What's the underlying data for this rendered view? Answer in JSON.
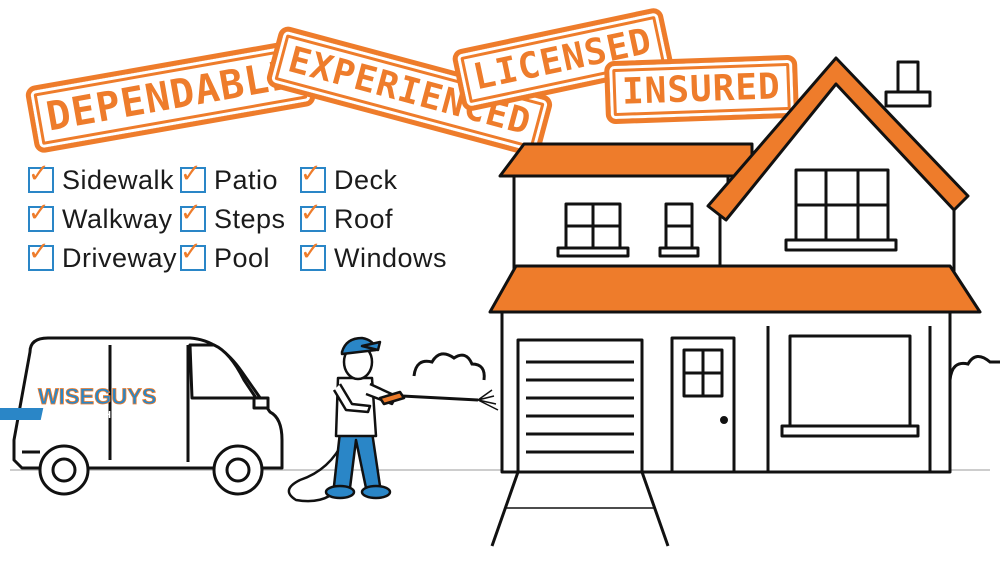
{
  "stamps": [
    {
      "id": "dependable",
      "text": "DEPENDABLE"
    },
    {
      "id": "experienced",
      "text": "EXPERIENCED"
    },
    {
      "id": "licensed",
      "text": "LICENSED"
    },
    {
      "id": "insured",
      "text": "INSURED"
    }
  ],
  "services": {
    "col1": [
      "Sidewalk",
      "Walkway",
      "Driveway"
    ],
    "col2": [
      "Patio",
      "Steps",
      "Pool"
    ],
    "col3": [
      "Deck",
      "Roof",
      "Windows"
    ]
  },
  "van": {
    "brand_top": "WISEGUYS",
    "brand_bottom": "PRO-WASH"
  },
  "colors": {
    "accent": "#ee7c2b",
    "checkbox": "#2a86c7",
    "worker_blue": "#2a86c7",
    "ink": "#1b1b1b"
  }
}
